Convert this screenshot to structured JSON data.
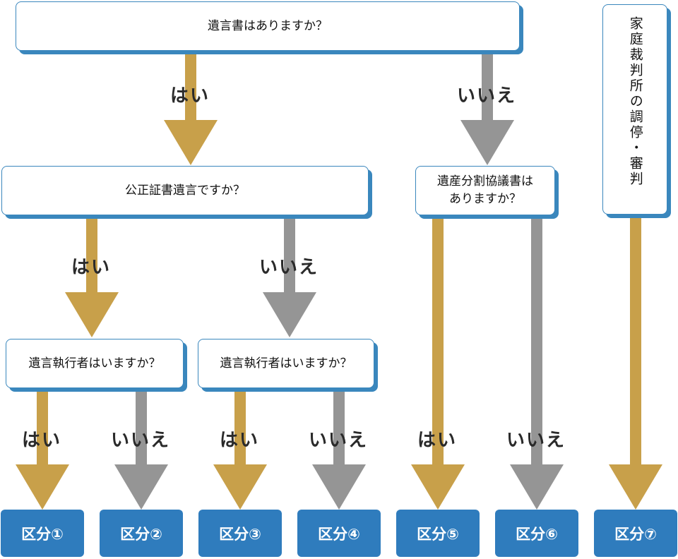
{
  "colors": {
    "yes": "#c8a04a",
    "no": "#959595",
    "box_border": "#3a87bd",
    "result_bg": "#2f7cbd"
  },
  "questions": {
    "q1": "遺言書はありますか？",
    "q2": "公正証書遺言ですか？",
    "q3": "遺産分割協議書は\nありますか？",
    "q4a": "遺言執行者はいますか？",
    "q4b": "遺言執行者はいますか？",
    "court": "家庭裁判所の調停・審判"
  },
  "labels": {
    "yes": "はい",
    "no": "いいえ"
  },
  "results": [
    "区分①",
    "区分②",
    "区分③",
    "区分④",
    "区分⑤",
    "区分⑥",
    "区分⑦"
  ]
}
